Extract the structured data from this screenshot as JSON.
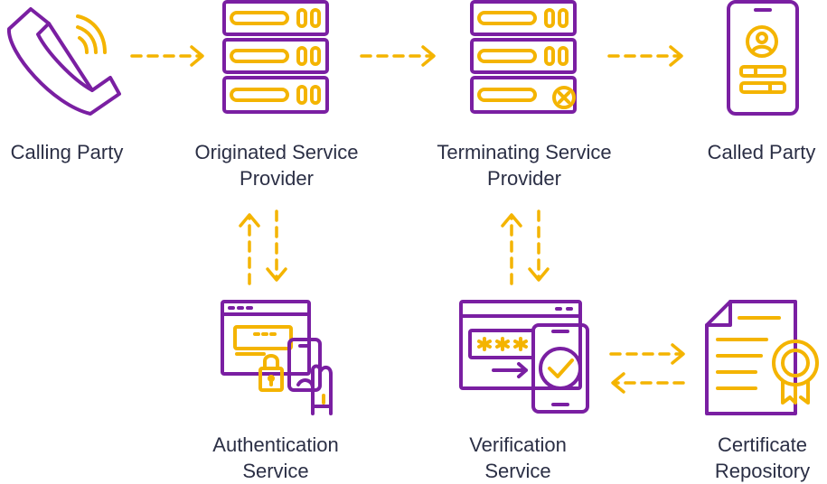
{
  "nodes": {
    "calling_party": {
      "line1": "Calling Party",
      "line2": ""
    },
    "originated_sp": {
      "line1": "Originated Service",
      "line2": "Provider"
    },
    "terminating_sp": {
      "line1": "Terminating Service",
      "line2": "Provider"
    },
    "called_party": {
      "line1": "Called Party",
      "line2": ""
    },
    "authentication": {
      "line1": "Authentication",
      "line2": "Service"
    },
    "verification": {
      "line1": "Verification",
      "line2": "Service"
    },
    "certificate": {
      "line1": "Certificate",
      "line2": "Repository"
    }
  },
  "icons": {
    "calling_party": "phone-handset-icon",
    "originated_sp": "server-rack-icon",
    "terminating_sp": "server-error-icon",
    "called_party": "smartphone-profile-icon",
    "authentication": "browser-lock-mobile-icon",
    "verification": "password-verification-icon",
    "certificate": "certificate-document-icon"
  },
  "colors": {
    "purple": "#7a1fa2",
    "yellow": "#f4b400",
    "text": "#2b2f45"
  }
}
